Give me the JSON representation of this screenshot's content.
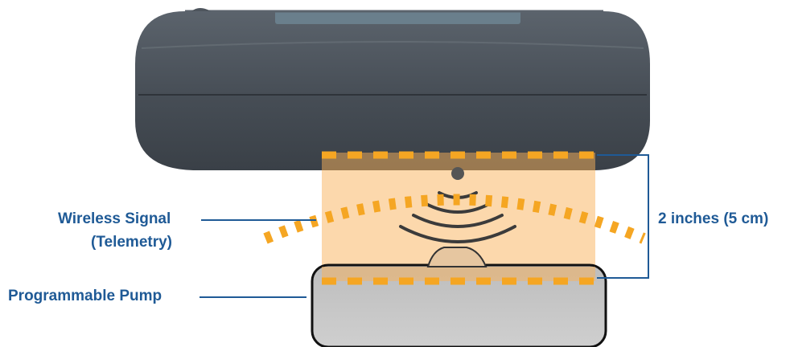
{
  "labels": {
    "wireless_signal": "Wireless Signal",
    "telemetry": "(Telemetry)",
    "programmable_pump": "Programmable Pump",
    "distance": "2 inches (5 cm)"
  },
  "colors": {
    "label_text": "#1f5a96",
    "leader_line": "#1f5a96",
    "zone_fill": "#fbd3a0",
    "dash_orange": "#f5a623",
    "programmer_body": "#4a5159",
    "pump_body": "#c8c8c8",
    "wave_stroke": "#3b3b3b"
  },
  "icons": {
    "programmer_device": "handheld-programmer",
    "signal": "wireless-signal-icon",
    "pump": "implanted-pump"
  }
}
